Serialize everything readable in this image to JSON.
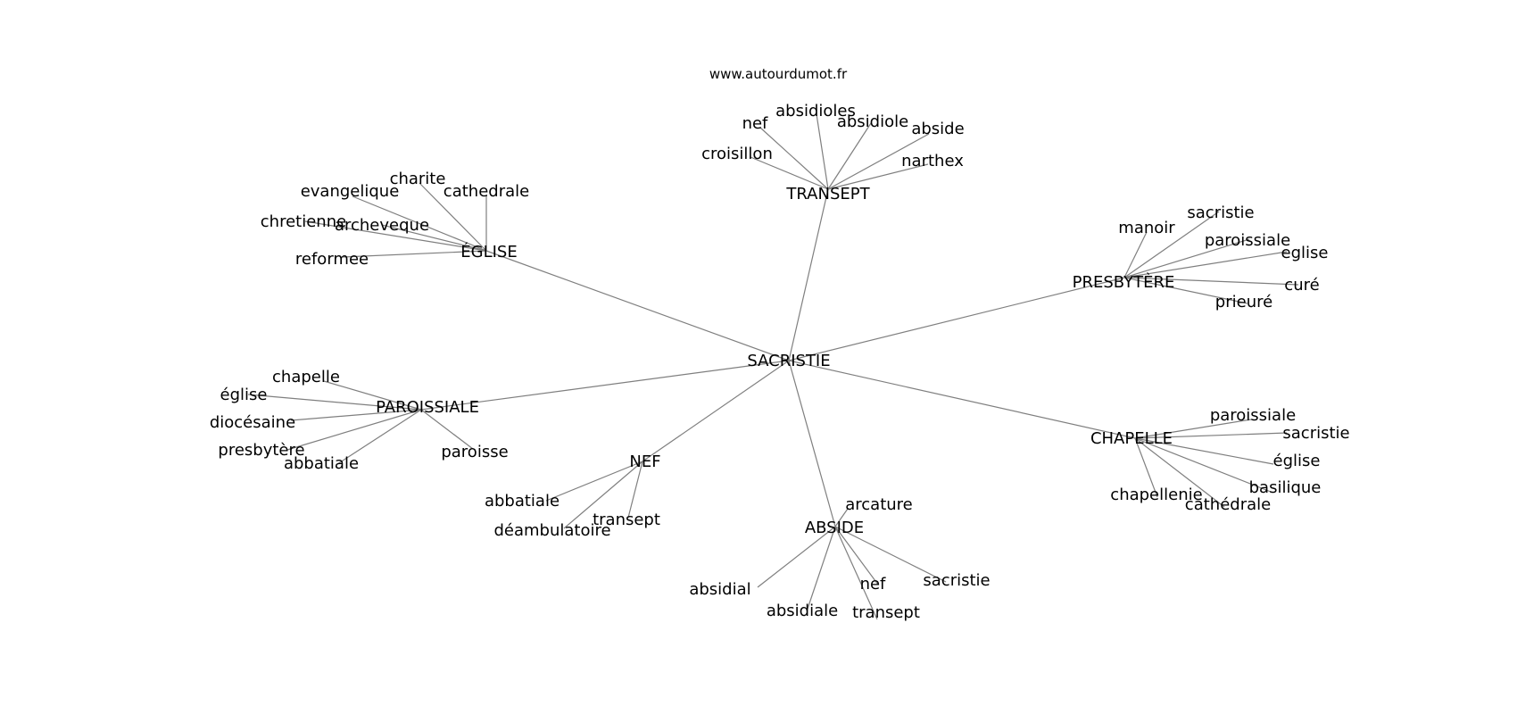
{
  "source": "www.autourdumot.fr",
  "root": "SACRISTIE",
  "branches": [
    {
      "label": "TRANSEPT",
      "children": [
        "croisillon",
        "nef",
        "absidioles",
        "absidiole",
        "abside",
        "narthex"
      ]
    },
    {
      "label": "ÉGLISE",
      "children": [
        "charite",
        "evangelique",
        "cathedrale",
        "chretienne",
        "archeveque",
        "reformee"
      ]
    },
    {
      "label": "PRESBYTÈRE",
      "children": [
        "manoir",
        "sacristie",
        "paroissiale",
        "eglise",
        "curé",
        "prieuré"
      ]
    },
    {
      "label": "PAROISSIALE",
      "children": [
        "chapelle",
        "église",
        "diocésaine",
        "presbytère",
        "abbatiale",
        "paroisse"
      ]
    },
    {
      "label": "NEF",
      "children": [
        "abbatiale",
        "déambulatoire",
        "transept"
      ]
    },
    {
      "label": "ABSIDE",
      "children": [
        "arcature",
        "absidial",
        "absidiale",
        "nef",
        "transept",
        "sacristie"
      ]
    },
    {
      "label": "CHAPELLE",
      "children": [
        "paroissiale",
        "sacristie",
        "église",
        "basilique",
        "chapellenie",
        "cathédrale"
      ]
    }
  ],
  "colors": {
    "edge": "#7f7f7f",
    "text": "#000000",
    "background": "#ffffff"
  }
}
